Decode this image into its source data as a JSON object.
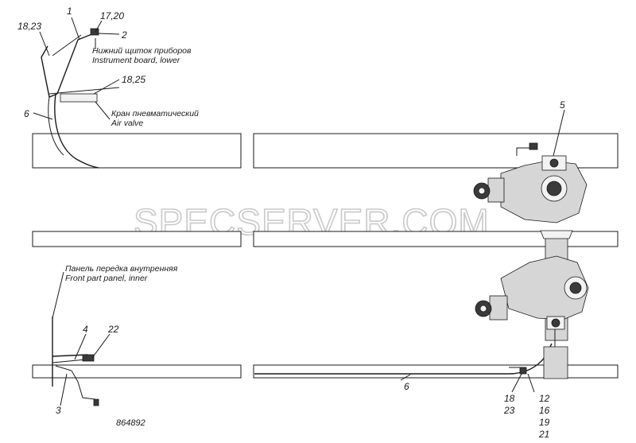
{
  "watermark": "SPECSERVER.COM",
  "callouts": {
    "c1": "1",
    "c17_20": "17,20",
    "c2": "2",
    "c18_23": "18,23",
    "c18_25": "18,25",
    "c6_top": "6",
    "c5": "5",
    "c4": "4",
    "c22": "22",
    "c3": "3",
    "c6_bottom": "6",
    "c18": "18",
    "c23": "23",
    "c12": "12",
    "c16": "16",
    "c19": "19",
    "c21": "21"
  },
  "captions": {
    "instrument_ru": "Нижний щиток приборов",
    "instrument_en": "Instrument board, lower",
    "valve_ru": "Кран пневматический",
    "valve_en": "Air valve",
    "panel_ru": "Панель передка внутренняя",
    "panel_en": "Front part panel, inner"
  },
  "drawing_number": "864892"
}
